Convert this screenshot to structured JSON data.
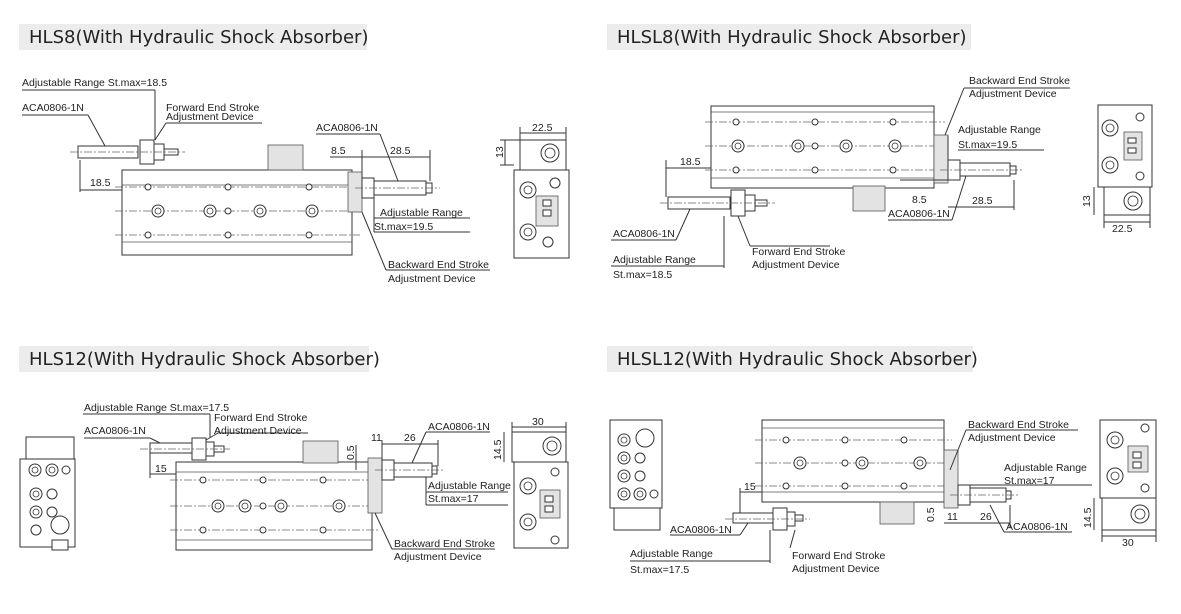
{
  "sections": [
    {
      "title": "HLS8(With Hydraulic Shock Absorber)"
    },
    {
      "title": "HLSL8(With Hydraulic Shock Absorber)"
    },
    {
      "title": "HLS12(With Hydraulic Shock Absorber)"
    },
    {
      "title": "HLSL12(With Hydraulic Shock Absorber)"
    }
  ],
  "hls8": {
    "adj_range_top": "Adjustable Range St.max=18.5",
    "aca_left": "ACA0806-1N",
    "fwd1": "Forward End Stroke",
    "fwd2": "Adjustment Device",
    "aca_right": "ACA0806-1N",
    "d85": "8.5",
    "d285": "28.5",
    "d185": "18.5",
    "adj_right1": "Adjustable Range",
    "adj_right2": "St.max=19.5",
    "bwd1": "Backward End Stroke",
    "bwd2": "Adjustment Device",
    "side_w": "22.5",
    "side_h": "13"
  },
  "hlsl8": {
    "bwd1": "Backward End Stroke",
    "bwd2": "Adjustment Device",
    "adj_right1": "Adjustable Range",
    "adj_right2": "St.max=19.5",
    "d185": "18.5",
    "d85": "8.5",
    "d285": "28.5",
    "aca_right": "ACA0806-1N",
    "aca_left": "ACA0806-1N",
    "fwd1": "Forward End Stroke",
    "fwd2": "Adjustment Device",
    "adj_left1": "Adjustable Range",
    "adj_left2": "St.max=18.5",
    "side_w": "22.5",
    "side_h": "13"
  },
  "hls12": {
    "adj_range_top": "Adjustable Range St.max=17.5",
    "aca_left": "ACA0806-1N",
    "fwd1": "Forward End Stroke",
    "fwd2": "Adjustment Device",
    "aca_right": "ACA0806-1N",
    "d11": "11",
    "d26": "26",
    "d05": "0.5",
    "d15": "15",
    "adj_right1": "Adjustable Range",
    "adj_right2": "St.max=17",
    "bwd1": "Backward End Stroke",
    "bwd2": "Adjustment Device",
    "side_w": "30",
    "side_h": "14.5"
  },
  "hlsl12": {
    "bwd1": "Backward End Stroke",
    "bwd2": "Adjustment Device",
    "adj_right1": "Adjustable Range",
    "adj_right2": "St.max=17",
    "d15": "15",
    "aca_left": "ACA0806-1N",
    "d05": "0.5",
    "d11": "11",
    "d26": "26",
    "aca_right": "ACA0806-1N",
    "adj_left1": "Adjustable Range",
    "adj_left2": "St.max=17.5",
    "fwd1": "Forward End Stroke",
    "fwd2": "Adjustment Device",
    "side_w": "30",
    "side_h": "14.5"
  }
}
